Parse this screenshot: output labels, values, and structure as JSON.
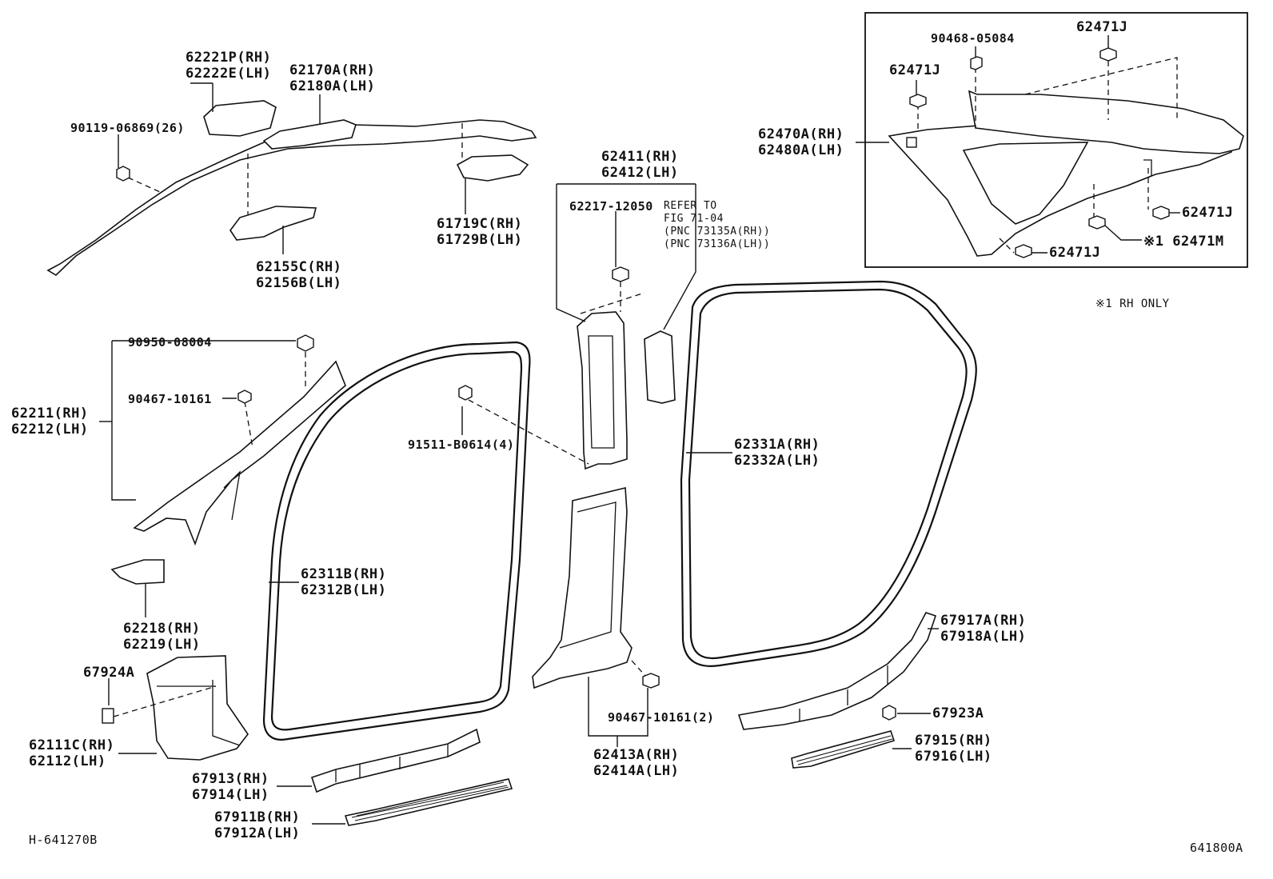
{
  "labels": {
    "p62221": [
      "62221P(RH)",
      "62222E(LH)"
    ],
    "p62170": [
      "62170A(RH)",
      "62180A(LH)"
    ],
    "p90119": "90119-06869(26)",
    "p61719": [
      "61719C(RH)",
      "61729B(LH)"
    ],
    "p62155": [
      "62155C(RH)",
      "62156B(LH)"
    ],
    "p62411": [
      "62411(RH)",
      "62412(LH)"
    ],
    "p62217": "62217-12050",
    "p_refer": [
      "REFER TO",
      "FIG 71-04",
      "(PNC 73135A(RH))",
      "(PNC 73136A(LH))"
    ],
    "p90950": "90950-08004",
    "p90467a": "90467-10161",
    "p62211": [
      "62211(RH)",
      "62212(LH)"
    ],
    "p91511": "91511-B0614(4)",
    "p62331": [
      "62331A(RH)",
      "62332A(LH)"
    ],
    "p62311": [
      "62311B(RH)",
      "62312B(LH)"
    ],
    "p62218": [
      "62218(RH)",
      "62219(LH)"
    ],
    "p67924": "67924A",
    "p62111": [
      "62111C(RH)",
      "62112(LH)"
    ],
    "p67913": [
      "67913(RH)",
      "67914(LH)"
    ],
    "p67911": [
      "67911B(RH)",
      "67912A(LH)"
    ],
    "p90467b": "90467-10161(2)",
    "p62413": [
      "62413A(RH)",
      "62414A(LH)"
    ],
    "p67917": [
      "67917A(RH)",
      "67918A(LH)"
    ],
    "p67923": "67923A",
    "p67915": [
      "67915(RH)",
      "67916(LH)"
    ],
    "inset": {
      "p90468": "90468-05084",
      "p62471j_top": "62471J",
      "p62471j_left": "62471J",
      "p62470": [
        "62470A(RH)",
        "62480A(LH)"
      ],
      "p62471j_right": "62471J",
      "p62471m": "※1 62471M",
      "p62471j_bottom": "62471J"
    },
    "footnote": "※1  RH ONLY",
    "fig_code_left": "H-641270B",
    "fig_code_right": "641800A"
  }
}
